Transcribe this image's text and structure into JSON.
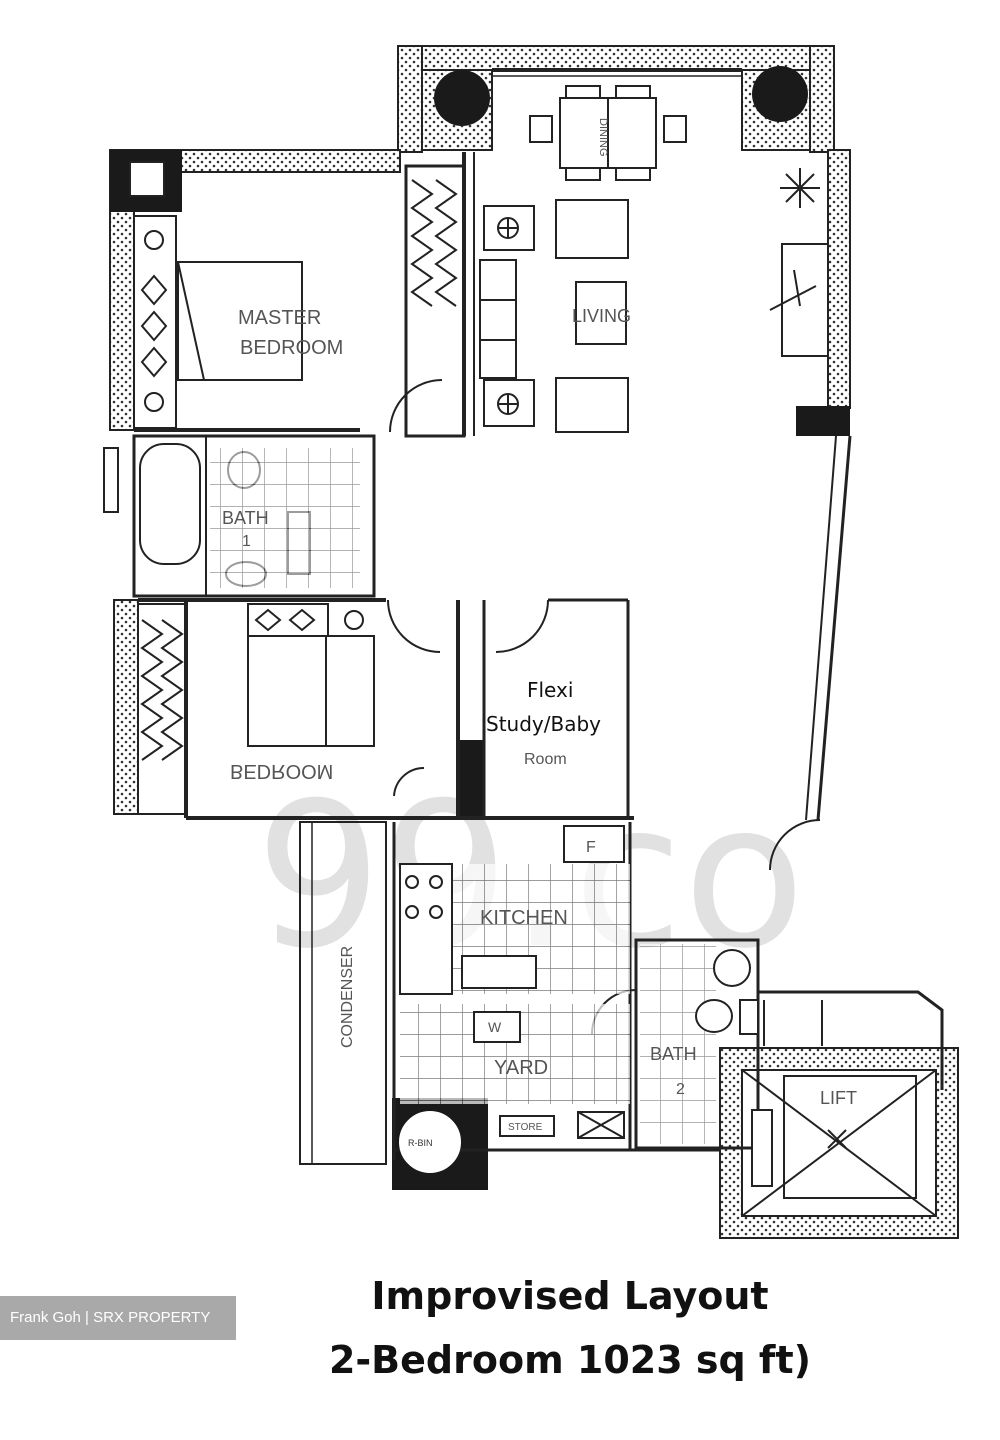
{
  "rooms": {
    "master_line1": "MASTER",
    "master_line2": "BEDROOM",
    "living": "LIVING",
    "dining": "DINING",
    "bath1_line1": "BATH",
    "bath1_line2": "1",
    "bedroom2": "BEDROOM",
    "flexi_line1": "Flexi",
    "flexi_line2": "Study/Baby",
    "flexi_line3": "Room",
    "kitchen": "KITCHEN",
    "fridge": "F",
    "washer": "W",
    "yard": "YARD",
    "store": "STORE",
    "bath2_line1": "BATH",
    "bath2_line2": "2",
    "lift": "LIFT",
    "condenser": "CONDENSER",
    "refuse": "R-BIN"
  },
  "watermark": "99.co",
  "caption": {
    "line1": "Improvised Layout",
    "line2": "2-Bedroom 1023 sq ft)"
  },
  "credit": "Frank Goh | SRX PROPERTY"
}
